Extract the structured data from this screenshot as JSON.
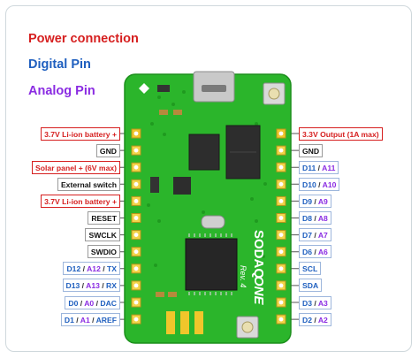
{
  "legend": {
    "power": "Power connection",
    "digital": "Digital Pin",
    "analog": "Analog Pin"
  },
  "colors": {
    "power": "#d61f1f",
    "digital": "#1f5fbf",
    "analog": "#8a2be2",
    "board": "#2bb52b"
  },
  "board": {
    "name": "SODAQ",
    "model": "ONE",
    "rev": "Rev. 4"
  },
  "left_pins": [
    {
      "kind": "power",
      "text": "3.7V Li-ion battery +"
    },
    {
      "kind": "plain",
      "text": "GND"
    },
    {
      "kind": "power",
      "text": "Solar panel + (6V max)"
    },
    {
      "kind": "plain",
      "text": "External switch"
    },
    {
      "kind": "power",
      "text": "3.7V Li-ion battery +"
    },
    {
      "kind": "plain",
      "text": "RESET"
    },
    {
      "kind": "plain",
      "text": "SWCLK"
    },
    {
      "kind": "plain",
      "text": "SWDIO"
    },
    {
      "kind": "multi",
      "d": "D12",
      "a": "A12",
      "s": "TX"
    },
    {
      "kind": "multi",
      "d": "D13",
      "a": "A13",
      "s": "RX"
    },
    {
      "kind": "multi",
      "d": "D0",
      "a": "A0",
      "s": "DAC"
    },
    {
      "kind": "multi",
      "d": "D1",
      "a": "A1",
      "s": "AREF"
    }
  ],
  "right_pins": [
    {
      "kind": "power",
      "text": "3.3V Output (1A max)"
    },
    {
      "kind": "plain",
      "text": "GND"
    },
    {
      "kind": "multi",
      "d": "D11",
      "a": "A11"
    },
    {
      "kind": "multi",
      "d": "D10",
      "a": "A10"
    },
    {
      "kind": "multi",
      "d": "D9",
      "a": "A9"
    },
    {
      "kind": "multi",
      "d": "D8",
      "a": "A8"
    },
    {
      "kind": "multi",
      "d": "D7",
      "a": "A7"
    },
    {
      "kind": "multi",
      "d": "D6",
      "a": "A6"
    },
    {
      "kind": "digital",
      "text": "SCL"
    },
    {
      "kind": "digital",
      "text": "SDA"
    },
    {
      "kind": "multi",
      "d": "D3",
      "a": "A3"
    },
    {
      "kind": "multi",
      "d": "D2",
      "a": "A2"
    }
  ],
  "separator": "/"
}
